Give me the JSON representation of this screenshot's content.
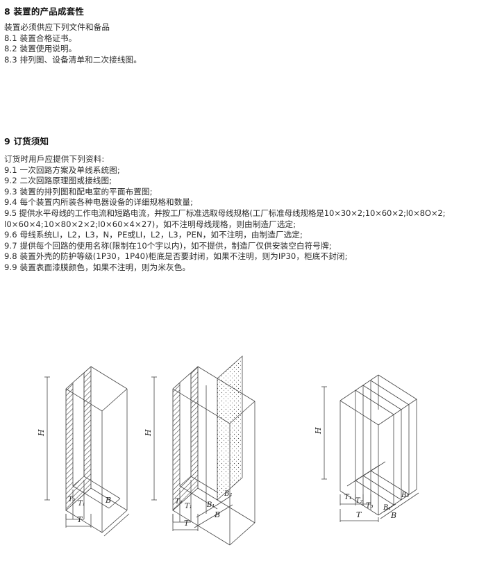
{
  "section8": {
    "heading": "8 装置的产品成套性",
    "intro": "装置必须供应下列文件和备品",
    "items": [
      "8.1 装置合格证书。",
      "8.2 装置使用说明。",
      "8.3 排列图、设备清单和二次接线图。"
    ]
  },
  "section9": {
    "heading": "9 订货须知",
    "intro": "订货时用戶应提供下列资料:",
    "items": [
      "9.1 一次回路方案及单线系统图;",
      "9.2 二次回路原理图或接线图;",
      "9.3 装置的排列图和配电室的平面布置图;",
      "9.4 每个装置内所装各种电器设备的详细规格和数量;",
      "9.5 提供水平母线的工作电流和短路电流，并按工厂标准选取母线规格(工厂标准母线规格是10×30×2;10×60×2;l0×8O×2;",
      "l0×60×4;10×80×2×2;l0×60×4×27)，如不注明母线规格，则由制造厂选定;",
      "9.6 母线系统LI，L2，L3，N，PE或LI，L2，L3，PEN，如不注明，由制造厂选定;",
      "9.7 提供每个回路的使用名称(限制在10个宇以内)，如不提供，制造厂仅供安装空白符号牌;",
      "9.8 装置外壳的防护等级(1P30，1P40)柜底是否要封闭，如果不注明，则为IP30，柜底不封闭;",
      "9.9 装置表面漆膜颜色，如果不注明，则为米灰色。"
    ]
  },
  "figures": {
    "fig1": {
      "H": "H",
      "T2": "T₂",
      "T1": "T₁",
      "B": "B",
      "T": "T"
    },
    "fig2": {
      "H": "H",
      "T2": "T₂",
      "T1": "T₁",
      "B1": "B₁",
      "B2": "B₂",
      "B": "B",
      "T": "T"
    },
    "fig3": {
      "H": "H",
      "T1": "T₁",
      "T2": "T₂",
      "T3": "T₃",
      "B1": "B₁",
      "B2": "B₂",
      "B": "B",
      "T": "T"
    }
  }
}
